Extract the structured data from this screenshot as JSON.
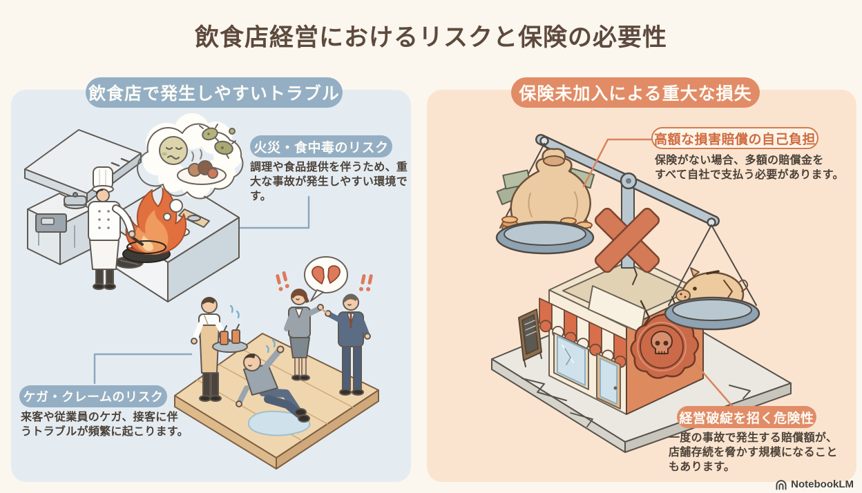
{
  "title": "飲食店経営におけるリスクと保険の必要性",
  "brand": {
    "name": "NotebookLM"
  },
  "left_panel": {
    "header": "飲食店で発生しやすいトラブル",
    "scene": "kitchen-fire-and-customer-trouble",
    "callouts": [
      {
        "label": "火災・食中毒のリスク",
        "description": "調理や食品提供を伴うため、重\n大な事故が発生しやすい環境で\nす。"
      },
      {
        "label": "ケガ・クレームのリスク",
        "description": "来客や従業員のケガ、接客に伴\nうトラブルが頻繁に起こります。"
      }
    ]
  },
  "right_panel": {
    "header": "保険未加入による重大な損失",
    "scene": "unbalanced-scale-over-cracked-store",
    "callouts": [
      {
        "label": "高額な損害賠償の自己負担",
        "description": "保険がない場合、多額の賠償金を\nすべて自社で支払う必要があります。"
      },
      {
        "label": "経営破綻を招く危険性",
        "description": "一度の事故で発生する賠償額が、\n店舗存続を脅かす規模になること\nもあります。"
      }
    ]
  },
  "colors": {
    "page_bg": "#fbf7ef",
    "left_panel_bg": "#e4ecf2",
    "right_panel_bg": "#fae4d0",
    "blue_accent": "#94afc4",
    "orange_accent": "#e18c66",
    "text": "#4b4138",
    "title_text": "#5d4a3d",
    "x_mark": "#d47a57"
  }
}
